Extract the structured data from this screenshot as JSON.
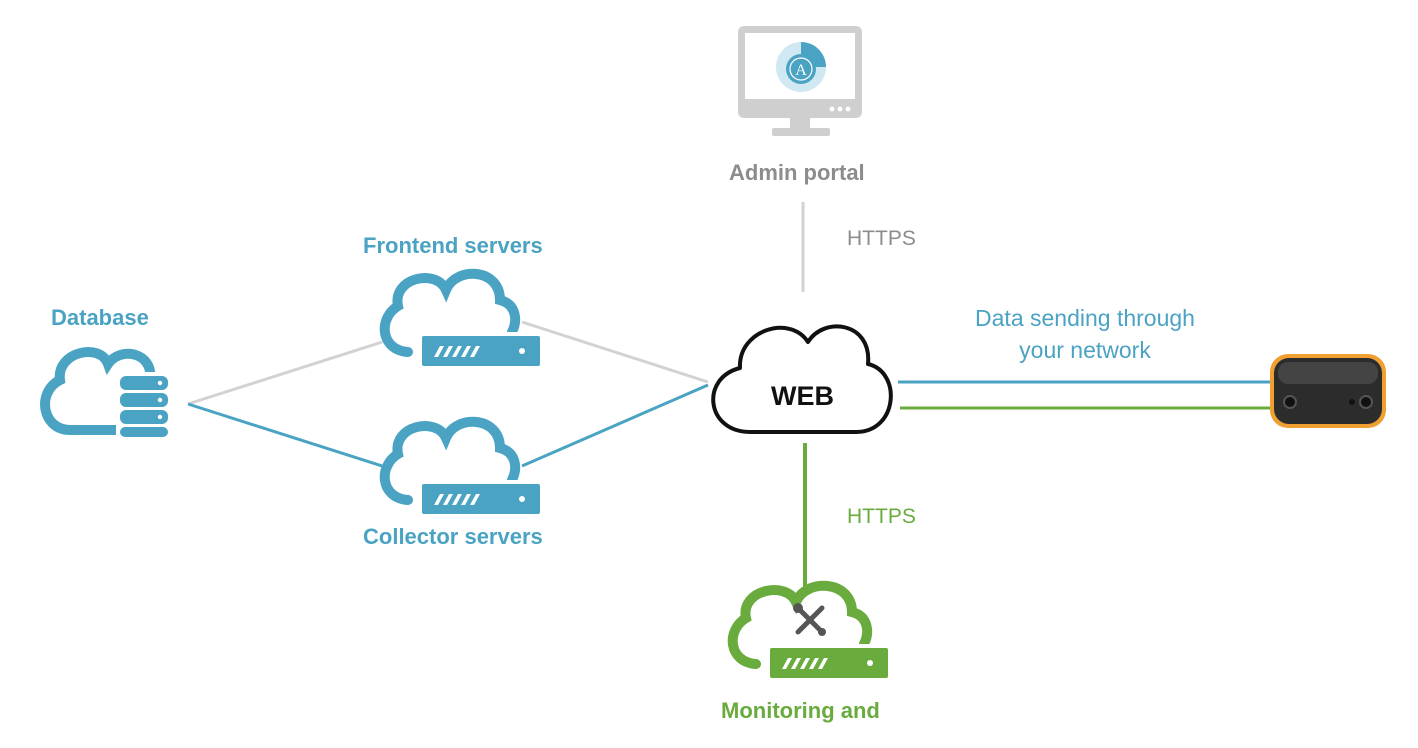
{
  "colors": {
    "blue": "#4aa3c3",
    "green": "#6aab3e",
    "gray": "#cfcfcf",
    "label_gray": "#8c8c8c",
    "sensor_orange": "#f0a030"
  },
  "nodes": {
    "admin": {
      "label": "Admin portal",
      "icon": "monitor-icon",
      "logo_letter": "A"
    },
    "frontend": {
      "label": "Frontend servers",
      "icon": "cloud-server-icon"
    },
    "collector": {
      "label": "Collector servers",
      "icon": "cloud-server-icon"
    },
    "database": {
      "label": "Database",
      "icon": "cloud-database-icon"
    },
    "web": {
      "label": "WEB",
      "icon": "cloud-icon"
    },
    "monitoring": {
      "label": "Monitoring and",
      "icon": "cloud-tools-server-icon"
    },
    "sensor": {
      "icon": "sensor-device-icon"
    }
  },
  "edges": {
    "admin_web_label": "HTTPS",
    "web_monitoring_label": "HTTPS",
    "web_sensor_label_line1": "Data sending through",
    "web_sensor_label_line2": "your network"
  }
}
